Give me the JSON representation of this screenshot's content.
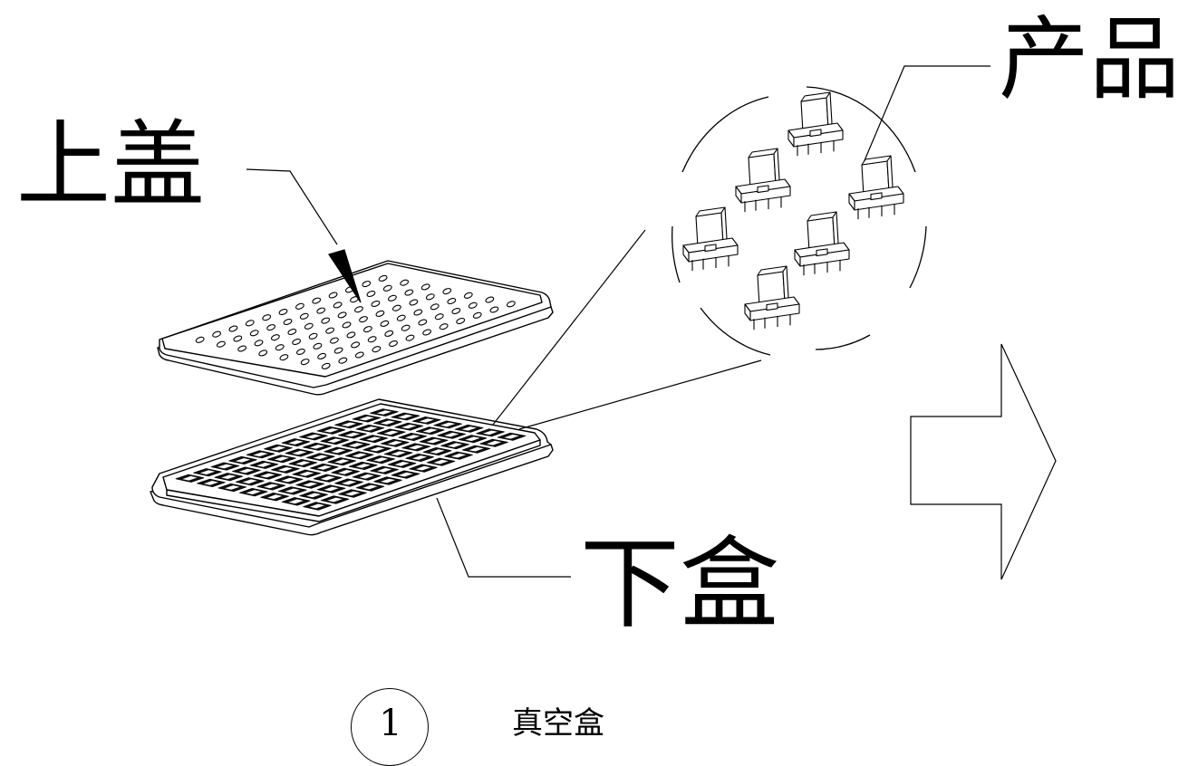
{
  "labels": {
    "lid": "上盖",
    "product": "产品",
    "base": "下盒"
  },
  "caption": {
    "step_number": "1",
    "text": "真空盒"
  },
  "parts": {
    "lid_hole_grid": {
      "rows": 7,
      "cols": 12
    },
    "base_cavity_grid": {
      "rows": 7,
      "cols": 12
    },
    "product_count": 6
  },
  "colors": {
    "line": "#000000",
    "fill": "#ffffff",
    "cavity_fill": "#111111"
  }
}
